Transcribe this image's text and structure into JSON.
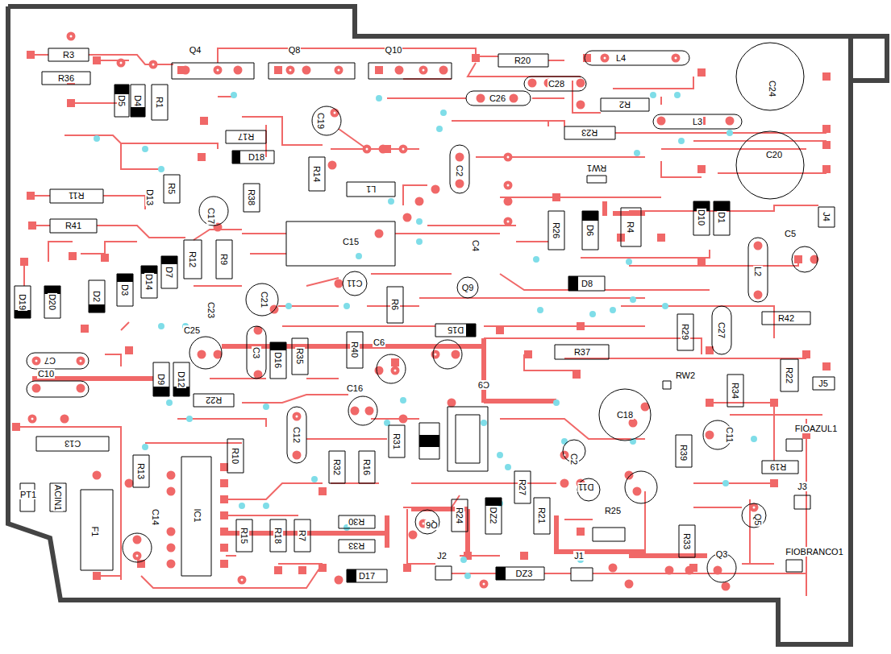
{
  "diagram": {
    "labels": [
      "R3",
      "R36",
      "Q4",
      "Q8",
      "Q10",
      "R20",
      "L4",
      "C24",
      "C28",
      "C26",
      "R2",
      "L3",
      "R1",
      "D5",
      "D4",
      "C19",
      "R17",
      "D18",
      "R23",
      "RW1",
      "C20",
      "C2",
      "R14",
      "L1",
      "R11",
      "R5",
      "D13",
      "R38",
      "C17",
      "R41",
      "C15",
      "R26",
      "D6",
      "R4",
      "D10",
      "D1",
      "J4",
      "C5",
      "C4",
      "L2",
      "R12",
      "R9",
      "D7",
      "D14",
      "D3",
      "D2",
      "D20",
      "D19",
      "D8",
      "Q9",
      "C11",
      "C21",
      "C23",
      "C25",
      "R6",
      "R42",
      "C27",
      "R29",
      "D15",
      "R37",
      "C7",
      "C10",
      "C3",
      "D16",
      "R35",
      "R40",
      "C6",
      "C9",
      "C16",
      "D9",
      "D12",
      "R22",
      "RW2",
      "R34",
      "R22",
      "J5",
      "C18",
      "C11",
      "FIOAZUL1",
      "C13",
      "C12",
      "R10",
      "R13",
      "IC1",
      "C14",
      "R32",
      "R16",
      "R31",
      "C2",
      "R39",
      "R19",
      "J3",
      "PT1",
      "ACIN1",
      "F1",
      "R27",
      "R24",
      "DZ2",
      "R21",
      "D11",
      "R25",
      "Q6",
      "Q5",
      "R33",
      "Q3",
      "FIOBRANCO1",
      "R30",
      "R33",
      "R15",
      "R18",
      "R7",
      "D17",
      "J2",
      "DZ3",
      "J1"
    ]
  }
}
